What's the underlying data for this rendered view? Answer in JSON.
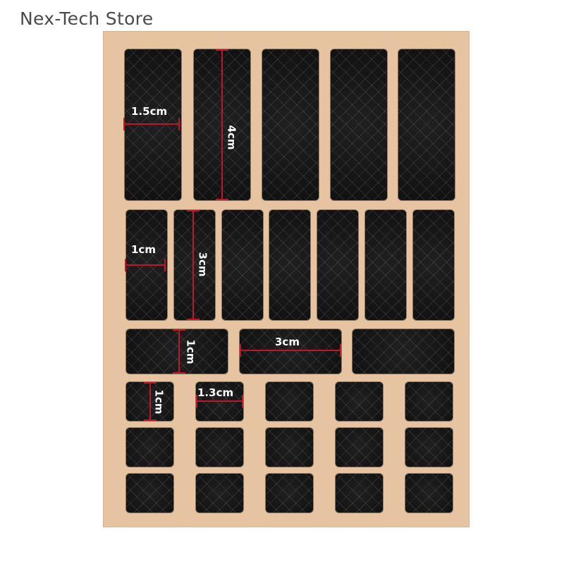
{
  "header": {
    "store_name": "Nex-Tech Store"
  },
  "colors": {
    "sheet": "#e6c4a1",
    "pad": "#141414",
    "measure": "#c0162a"
  },
  "measurements": {
    "w15": "1.5cm",
    "h4": "4cm",
    "w1": "1cm",
    "h3": "3cm",
    "h1_row3": "1cm",
    "w3": "3cm",
    "h1_row4": "1cm",
    "w13": "1.3cm"
  }
}
